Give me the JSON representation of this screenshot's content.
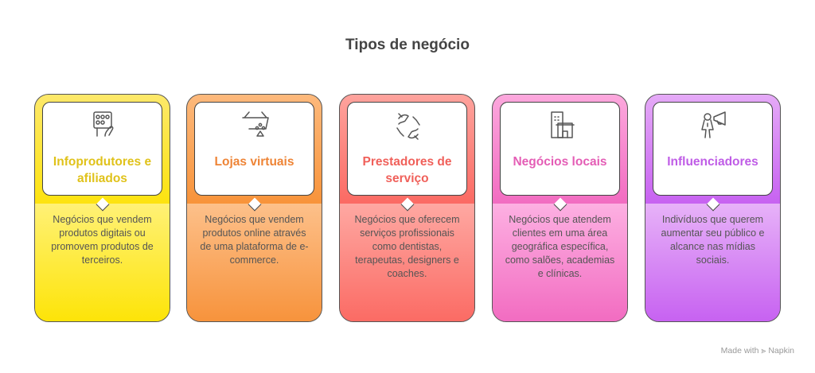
{
  "title": "Tipos de negócio",
  "cards": [
    {
      "icon": "infoproduct-hand-icon",
      "title": "Infoprodutores e afiliados",
      "description": "Negócios que vendem produtos digitais ou promovem produtos de terceiros.",
      "colors": {
        "top": "#fde86a",
        "band": "#fde30f",
        "lower_top": "#fff176",
        "lower_bottom": "#fde408",
        "text": "#e0c21a"
      }
    },
    {
      "icon": "shopping-basket-icon",
      "title": "Lojas virtuais",
      "description": "Negócios que vendem produtos online através de uma plataforma de e-commerce.",
      "colors": {
        "top": "#fdb97c",
        "band": "#f8933a",
        "lower_top": "#fdc08a",
        "lower_bottom": "#f7933c",
        "text": "#ee8436"
      }
    },
    {
      "icon": "handshake-icon",
      "title": "Prestadores de serviço",
      "description": "Negócios que oferecem serviços profissionais como dentistas, terapeutas, designers e coaches.",
      "colors": {
        "top": "#fea39d",
        "band": "#fb6a63",
        "lower_top": "#fea8a2",
        "lower_bottom": "#fb6b64",
        "text": "#f0605a"
      }
    },
    {
      "icon": "local-building-icon",
      "title": "Negócios locais",
      "description": "Negócios que atendem clientes em uma área geográfica específica, como salões, academias e clínicas.",
      "colors": {
        "top": "#fca8dd",
        "band": "#f26cc1",
        "lower_top": "#fdb0e2",
        "lower_bottom": "#f26cc1",
        "text": "#e45db5"
      }
    },
    {
      "icon": "influencer-megaphone-icon",
      "title": "Influenciadores",
      "description": "Indivíduos que querem aumentar seu público e alcance nas mídias sociais.",
      "colors": {
        "top": "#e5aaf7",
        "band": "#c762f1",
        "lower_top": "#e7b2f8",
        "lower_bottom": "#c762f1",
        "text": "#bf5ce6"
      }
    }
  ],
  "footer": {
    "made_with": "Made with",
    "brand": "Napkin"
  }
}
